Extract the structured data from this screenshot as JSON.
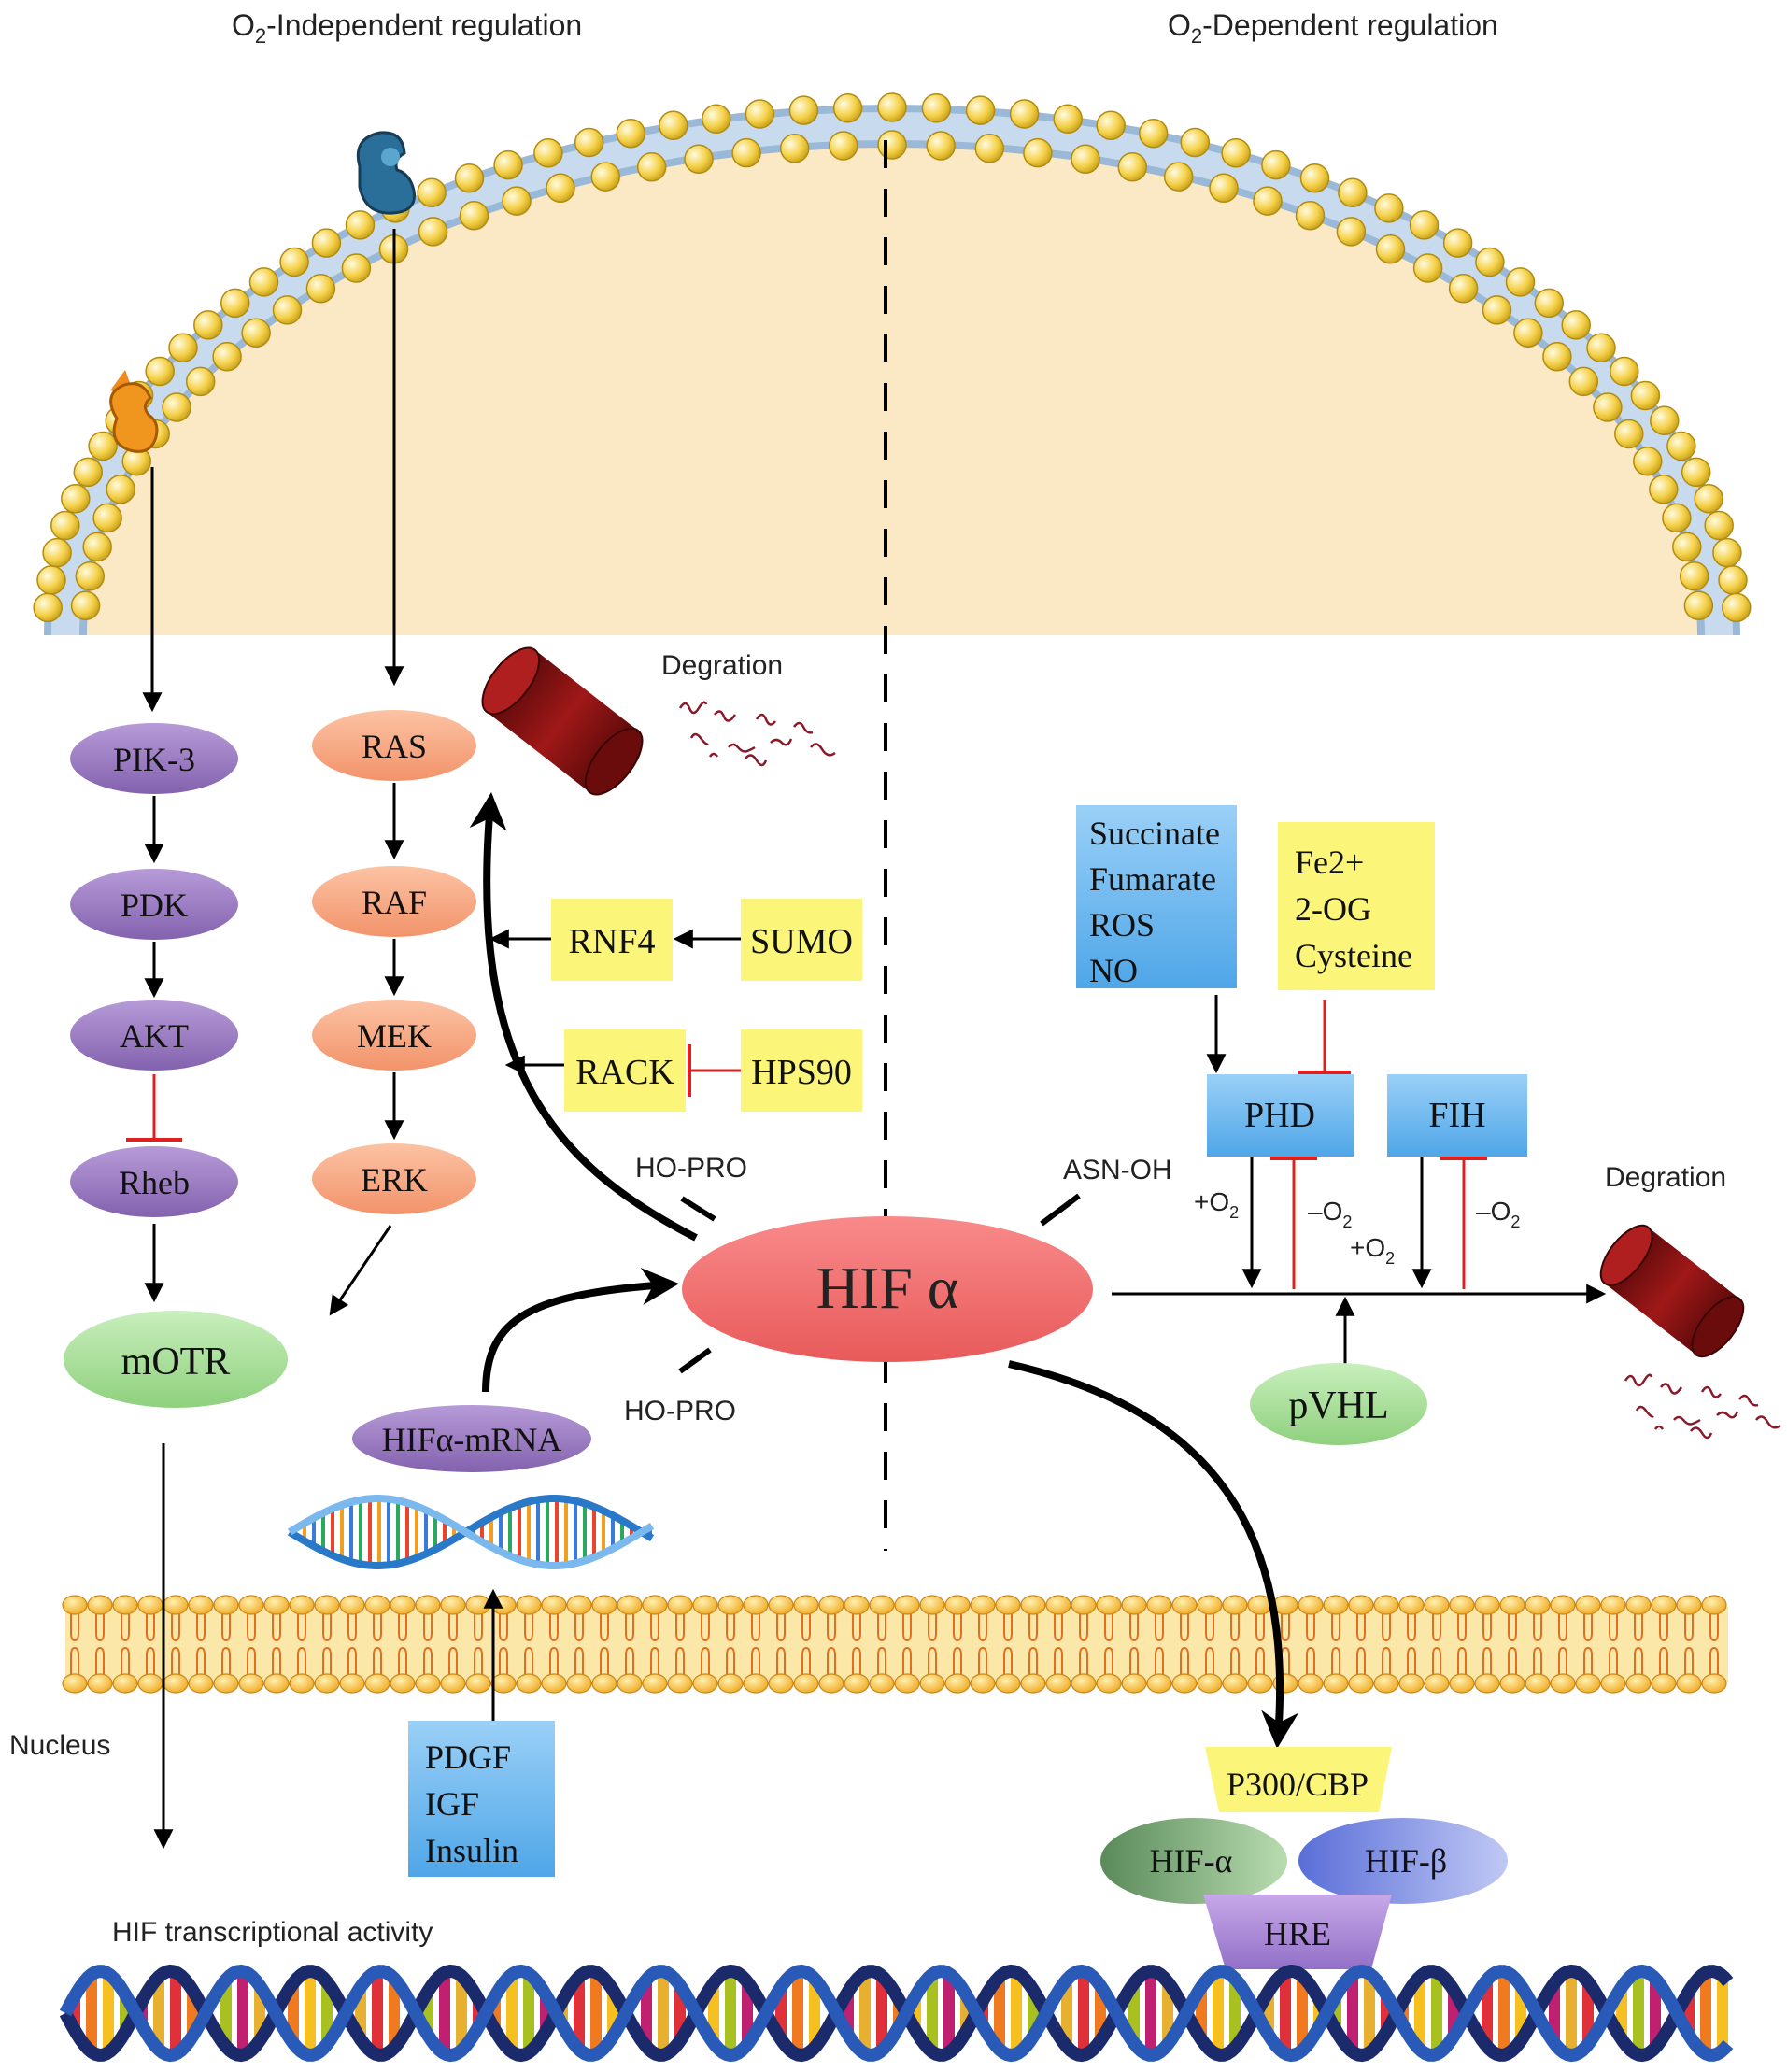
{
  "headings": {
    "left_text": "-Independent regulation",
    "right_text": "-Dependent regulation",
    "o": "O",
    "o_sub": "2"
  },
  "labels": {
    "degration_top": "Degration",
    "degration_right": "Degration",
    "ho_pro_top": "HO-PRO",
    "ho_pro_bottom": "HO-PRO",
    "asn_oh": "ASN-OH",
    "nucleus": "Nucleus",
    "hif_activity": "HIF transcriptional activity",
    "plus_o2": "+O",
    "minus_o2": "–O",
    "sub2": "2"
  },
  "pathway_left": [
    "PIK-3",
    "PDK",
    "AKT",
    "Rheb"
  ],
  "mtor": "mOTR",
  "pathway_mid": [
    "RAS",
    "RAF",
    "MEK",
    "ERK"
  ],
  "hif_alpha": "HIF α",
  "hif_mrna": "HIFα-mRNA",
  "yellow_boxes": {
    "rnf4": "RNF4",
    "sumo": "SUMO",
    "rack": "RACK",
    "hps90": "HPS90"
  },
  "blue_metabolites": [
    "Succinate",
    "Fumarate",
    "ROS",
    "NO"
  ],
  "yellow_cofactors": [
    "Fe2+",
    "2-OG",
    "Cysteine"
  ],
  "phd": "PHD",
  "fih": "FIH",
  "pvhl": "pVHL",
  "growth_factors": [
    "PDGF",
    "IGF",
    "Insulin"
  ],
  "complex": {
    "p300": "P300/CBP",
    "hif_a": "HIF-α",
    "hif_b": "HIF-β",
    "hre": "HRE"
  },
  "colors": {
    "purple_node": "#9a7bc0",
    "salmon_node": "#f6a780",
    "green_node": "#a8dc9a",
    "hif_red": "#f06b6b",
    "yellow_box": "#fbf57a",
    "blue_box": "#74b9ee",
    "cytoplasm": "#fbe9c6",
    "lipid_head": "#f5d14a",
    "inhibit_red": "#e02020"
  }
}
